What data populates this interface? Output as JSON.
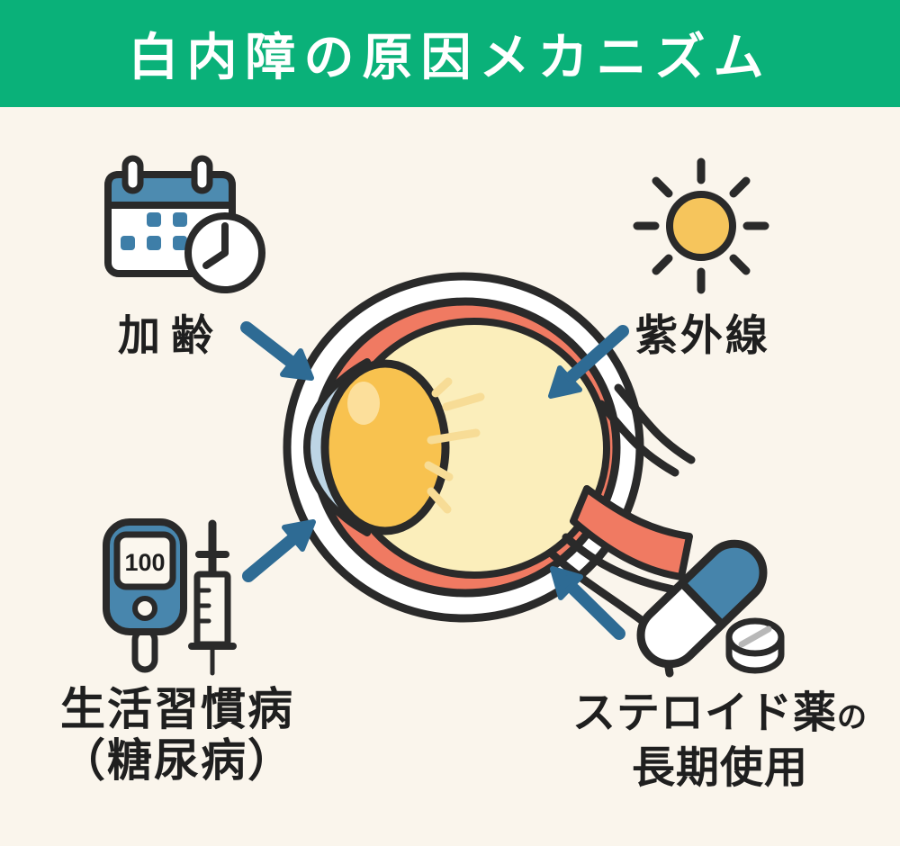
{
  "title": "白内障の原因メカニズム",
  "labels": {
    "aging": "加齢",
    "uv": "紫外線",
    "lifestyle_line1": "生活習慣病",
    "lifestyle_line2": "（糖尿病）",
    "steroid_main": "ステロイド薬",
    "steroid_suffix": "の",
    "steroid_line2": "長期使用"
  },
  "meter_reading": "100",
  "icons": [
    {
      "name": "calendar-clock-icon",
      "meaning": "aging"
    },
    {
      "name": "sun-icon",
      "meaning": "ultraviolet-rays"
    },
    {
      "name": "glucose-meter-syringe-icon",
      "meaning": "lifestyle-disease-diabetes"
    },
    {
      "name": "capsule-tablet-icon",
      "meaning": "steroid-medication"
    },
    {
      "name": "eye-cross-section",
      "meaning": "eye-anatomy"
    }
  ],
  "colors": {
    "header_green": "#0ab179",
    "background_cream": "#faf5ec",
    "outline_black": "#2a2a2a",
    "arrow_blue": "#2e6b94",
    "icon_blue": "#4886ad",
    "capsule_blue": "#4684ab",
    "choroid_salmon": "#f07a62",
    "vitreous_yellow": "#fbeebb",
    "lens_yellow": "#f8c24f",
    "cornea_blue": "#bdd5e5",
    "sun_yellow": "#f6c55c",
    "text_black": "#1f1f1f"
  }
}
